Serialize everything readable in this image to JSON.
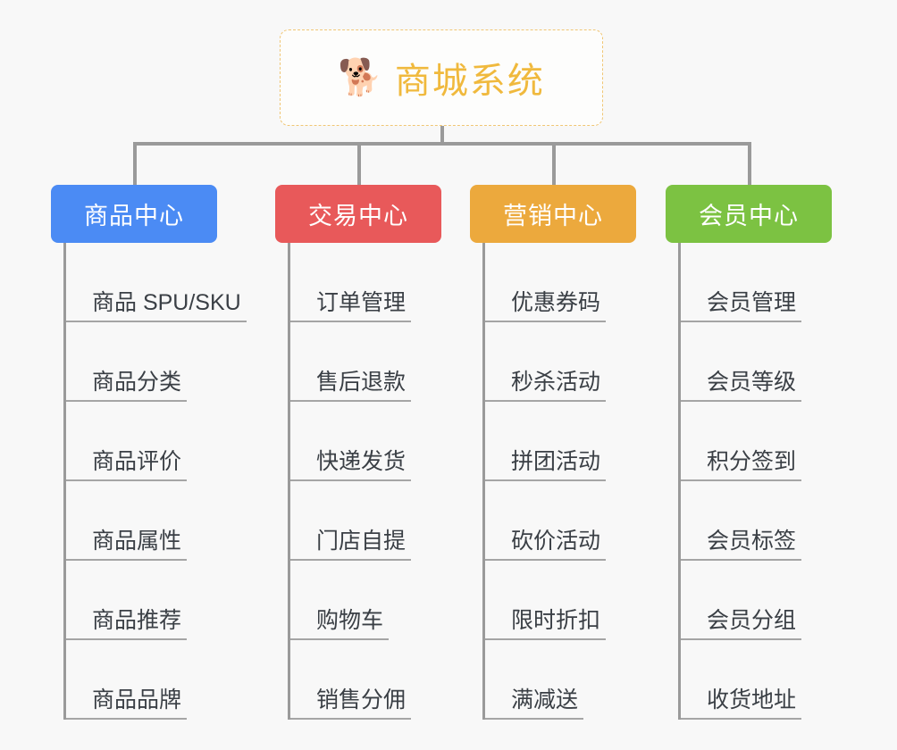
{
  "diagram": {
    "type": "mindmap",
    "background_color": "#f8f8f8",
    "root": {
      "icon": "shiba-dog-face-emoji",
      "emoji": "🐕",
      "title": "商城系统",
      "text_color": "#f0b93d",
      "border_color": "#f0c674",
      "border_style": "dashed"
    },
    "connector_color": "#9a9a9a",
    "categories": [
      {
        "label": "商品中心",
        "color": "#4b8bf4",
        "items": [
          "商品 SPU/SKU",
          "商品分类",
          "商品评价",
          "商品属性",
          "商品推荐",
          "商品品牌"
        ]
      },
      {
        "label": "交易中心",
        "color": "#e8595a",
        "items": [
          "订单管理",
          "售后退款",
          "快递发货",
          "门店自提",
          "购物车",
          "销售分佣"
        ]
      },
      {
        "label": "营销中心",
        "color": "#eca93d",
        "items": [
          "优惠券码",
          "秒杀活动",
          "拼团活动",
          "砍价活动",
          "限时折扣",
          "满减送"
        ]
      },
      {
        "label": "会员中心",
        "color": "#7cc242",
        "items": [
          "会员管理",
          "会员等级",
          "积分签到",
          "会员标签",
          "会员分组",
          "收货地址"
        ]
      }
    ]
  }
}
